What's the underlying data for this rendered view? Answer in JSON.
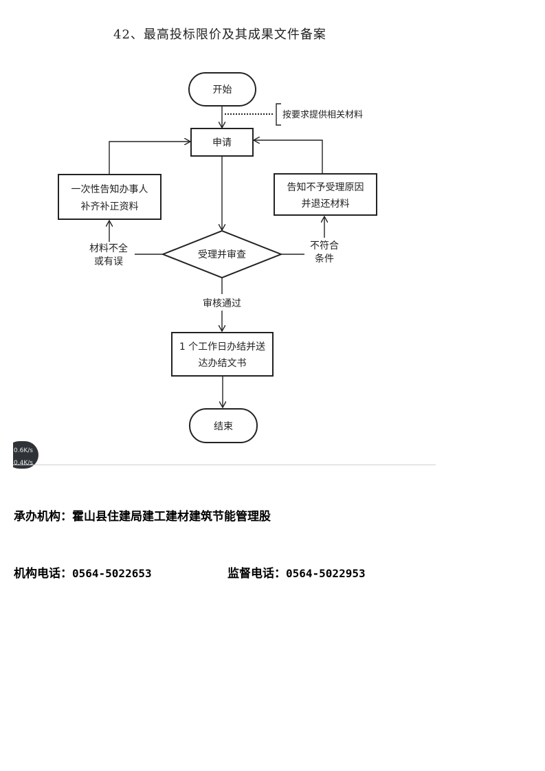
{
  "document": {
    "title": "42、最高投标限价及其成果文件备案"
  },
  "flowchart": {
    "start": "开始",
    "side_note": "按要求提供相关材料",
    "apply": "申请",
    "left_box_line1": "一次性告知办事人",
    "left_box_line2": "补齐补正资料",
    "right_box_line1": "告知不予受理原因",
    "right_box_line2": "并退还材料",
    "decision": "受理并审查",
    "left_condition_line1": "材料不全",
    "left_condition_line2": "或有误",
    "right_condition_line1": "不符合",
    "right_condition_line2": "条件",
    "pass_label": "审核通过",
    "result_line1": "1 个工作日办结并送",
    "result_line2": "达办结文书",
    "end": "结束"
  },
  "speed_badge": {
    "line1": "0.6K/s",
    "line2": "0.4K/s"
  },
  "contact": {
    "org_label": "承办机构：",
    "org_name": "霍山县住建局建工建材建筑节能管理股",
    "phone_label": "机构电话：",
    "phone_value": "0564-5022653",
    "supervise_label": "监督电话：",
    "supervise_value": "0564-5022953"
  }
}
